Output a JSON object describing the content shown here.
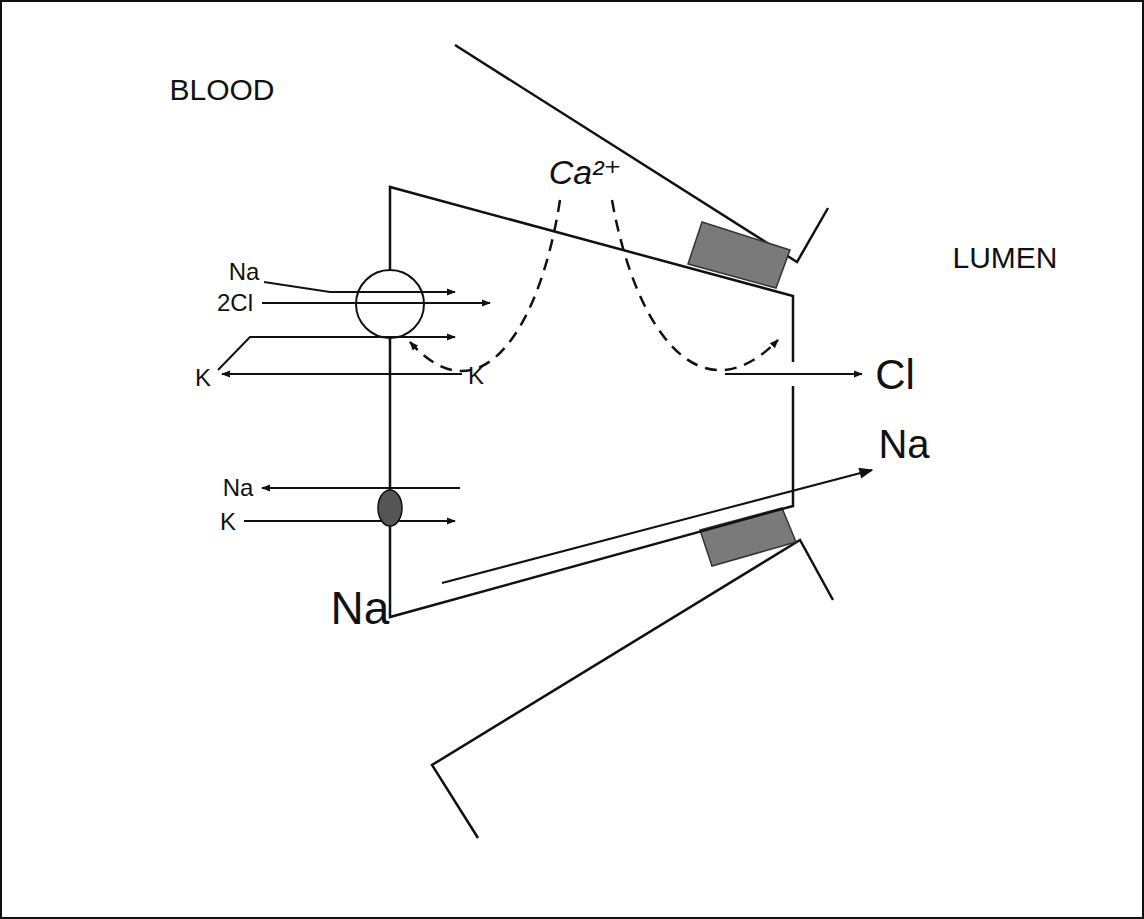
{
  "diagram": {
    "labels": [
      "BLOOD",
      "LUMEN",
      "Na",
      "2Cl",
      "Ca²⁺",
      "K",
      "K",
      "Cl",
      "Na",
      "Na",
      "K",
      "Na"
    ]
  }
}
